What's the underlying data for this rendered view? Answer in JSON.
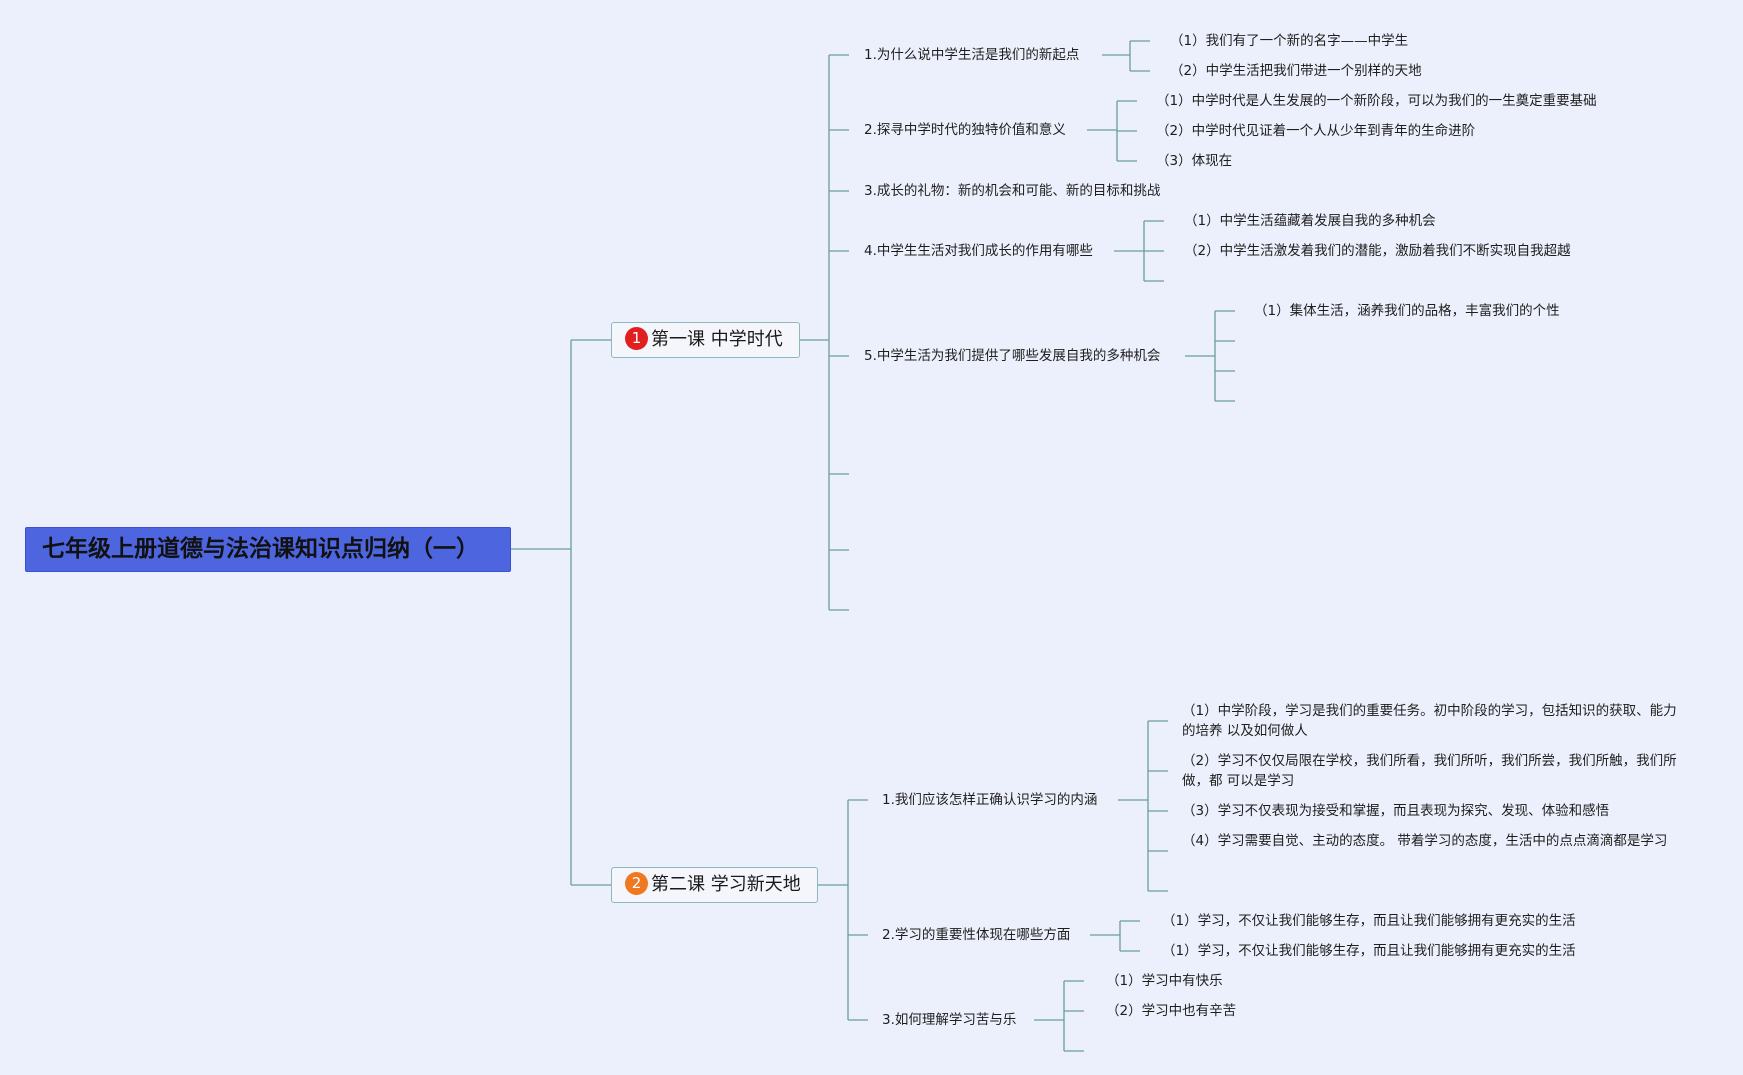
{
  "title": "七年级上册道德与法治课知识点归纳（一）",
  "colors": {
    "background": "#ecf0fc",
    "root_fill": "#4e65e0",
    "connector": "#6a9e9e",
    "badge_1": "#e02020",
    "badge_2": "#f07820"
  },
  "lesson1": {
    "number": "1",
    "label": "第一课 中学时代",
    "topics": [
      {
        "label": "1.为什么说中学生活是我们的新起点",
        "points": [
          "（1）我们有了一个新的名字——中学生",
          "（2）中学生活把我们带进一个别样的天地"
        ]
      },
      {
        "label": "2.探寻中学时代的独特价值和意义",
        "points": [
          "（1）中学时代是人生发展的一个新阶段，可以为我们的一生奠定重要基础",
          "（2）中学时代见证着一个人从少年到青年的生命进阶",
          "（3）体现在"
        ]
      },
      {
        "label": "3.成长的礼物：新的机会和可能、新的目标和挑战",
        "points": []
      },
      {
        "label": "4.中学生生活对我们成长的作用有哪些",
        "points": [
          "（1）中学生活蕴藏着发展自我的多种机会",
          "（2）中学生活激发着我们的潜能，激励着我们不断实现自我超越"
        ]
      },
      {
        "label": "5.中学生活为我们提供了哪些发展自我的多种机会",
        "points": [
          "（1）集体生活，涵养我们的品格，丰富我们的个性"
        ]
      }
    ]
  },
  "lesson2": {
    "number": "2",
    "label": "第二课 学习新天地",
    "topics": [
      {
        "label": "1.我们应该怎样正确认识学习的内涵",
        "points": [
          "（1）中学阶段，学习是我们的重要任务。初中阶段的学习，包括知识的获取、能力的培养 以及如何做人",
          "（2）学习不仅仅局限在学校，我们所看，我们所听，我们所尝，我们所触，我们所做，都 可以是学习",
          "（3）学习不仅表现为接受和掌握，而且表现为探究、发现、体验和感悟",
          "（4）学习需要自觉、主动的态度。 带着学习的态度，生活中的点点滴滴都是学习"
        ]
      },
      {
        "label": "2.学习的重要性体现在哪些方面",
        "points": [
          "（1）学习，不仅让我们能够生存，而且让我们能够拥有更充实的生活",
          "（1）学习，不仅让我们能够生存，而且让我们能够拥有更充实的生活"
        ]
      },
      {
        "label": "3.如何理解学习苦与乐",
        "points": [
          "（1）学习中有快乐",
          "（2）学习中也有辛苦"
        ]
      }
    ]
  }
}
